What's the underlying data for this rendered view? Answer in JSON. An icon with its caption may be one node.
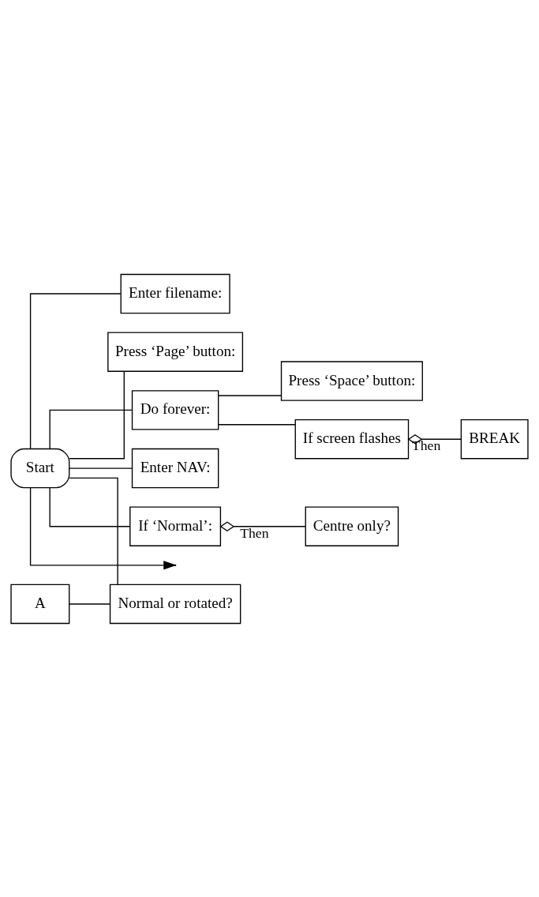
{
  "diagram": {
    "nodes": [
      {
        "text": [
          "Start"
        ]
      },
      {
        "text": [
          "Enter filename:"
        ]
      },
      {
        "text": [
          "Press ‘Page’ button:"
        ]
      },
      {
        "text": [
          "Do forever:"
        ]
      },
      {
        "text": [
          "Press ‘Space’ button:"
        ]
      },
      {
        "text": [
          "If screen flashes"
        ]
      },
      {
        "text": [
          "BREAK"
        ]
      },
      {
        "text": [
          "A"
        ]
      },
      {
        "text": [
          "Normal or rotated?"
        ]
      },
      {
        "text": [
          "Enter NAV:"
        ]
      },
      {
        "text": [
          "If ‘Normal’:"
        ]
      },
      {
        "text": [
          "Centre only?"
        ]
      }
    ],
    "edges": [
      {
        "from": 0,
        "to": 1,
        "arrow": "none"
      },
      {
        "from": 0,
        "to": 2,
        "arrow": "none"
      },
      {
        "from": 0,
        "to": 3,
        "arrow": "none"
      },
      {
        "from": 3,
        "to": 4,
        "arrow": "none"
      },
      {
        "from": 3,
        "to": 5,
        "arrow": "none"
      },
      {
        "from": 5,
        "to": 6,
        "arrow": "other",
        "label": "Then"
      },
      {
        "from": 7,
        "to": 8,
        "arrow": "none"
      },
      {
        "from": 0,
        "to": 8,
        "arrow": "none"
      },
      {
        "from": 0,
        "to": 9,
        "arrow": "none"
      },
      {
        "from": 0,
        "to": 10,
        "arrow": "none"
      },
      {
        "from": 10,
        "to": 11,
        "arrow": "other",
        "label": "Then"
      },
      {
        "from": 0,
        "to": null,
        "arrow": "to"
      }
    ]
  }
}
